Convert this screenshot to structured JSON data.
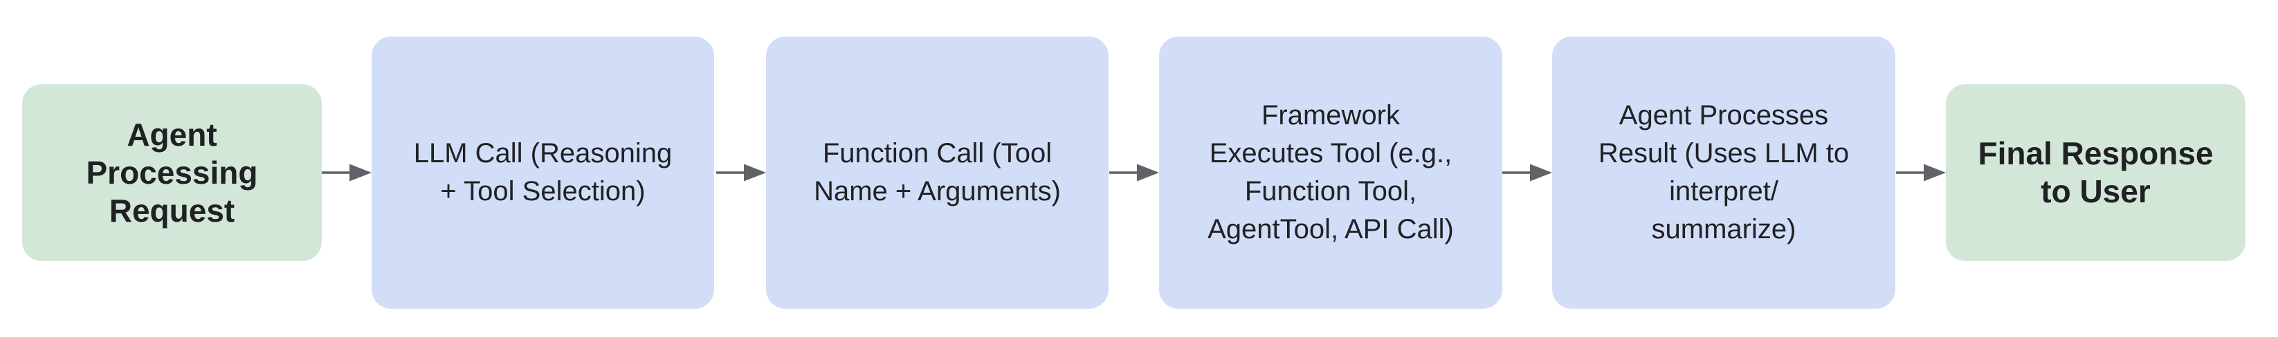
{
  "diagram": {
    "type": "flowchart",
    "direction": "left-to-right",
    "background_color": "#ffffff",
    "text_color": "#202124",
    "arrow_color": "#5f6368",
    "node_colors": {
      "terminal": "#d3e7d8",
      "process": "#d2def8"
    },
    "nodes": [
      {
        "id": "agent-processing-request",
        "kind": "terminal",
        "label": "Agent\nProcessing\nRequest"
      },
      {
        "id": "llm-call",
        "kind": "process",
        "label": "LLM Call (Reasoning\n+ Tool Selection)"
      },
      {
        "id": "function-call",
        "kind": "process",
        "label": "Function Call (Tool\nName + Arguments)"
      },
      {
        "id": "framework-executes-tool",
        "kind": "process",
        "label": "Framework\nExecutes Tool (e.g.,\nFunction Tool,\nAgentTool, API Call)"
      },
      {
        "id": "agent-processes-result",
        "kind": "process",
        "label": "Agent Processes\nResult (Uses LLM to\ninterpret/\nsummarize)"
      },
      {
        "id": "final-response-to-user",
        "kind": "terminal",
        "label": "Final Response\nto User"
      }
    ],
    "edges": [
      {
        "from": "agent-processing-request",
        "to": "llm-call"
      },
      {
        "from": "llm-call",
        "to": "function-call"
      },
      {
        "from": "function-call",
        "to": "framework-executes-tool"
      },
      {
        "from": "framework-executes-tool",
        "to": "agent-processes-result"
      },
      {
        "from": "agent-processes-result",
        "to": "final-response-to-user"
      }
    ]
  }
}
